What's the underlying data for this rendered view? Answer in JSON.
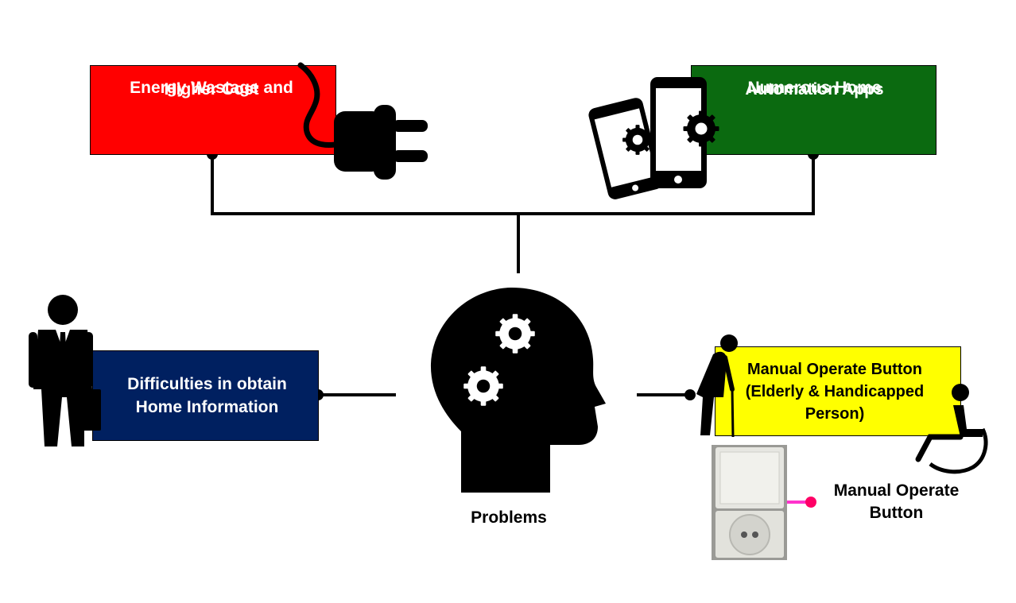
{
  "nodes": {
    "energy": {
      "lines": [
        "Energy Wastage and",
        "Higher Cost"
      ]
    },
    "apps": {
      "lines": [
        "Numerous Home",
        "Automation Apps"
      ]
    },
    "info": {
      "lines": [
        "Difficulties in obtain",
        "Home Information"
      ]
    },
    "manual": {
      "lines": [
        "Manual Operate Button",
        "(Elderly & Handicapped",
        "Person)"
      ]
    }
  },
  "labels": {
    "problems": "Problems",
    "button": [
      "Manual Operate",
      "Button"
    ]
  },
  "colors": {
    "energy": "#ff0000",
    "apps": "#0b6a10",
    "info": "#002060",
    "manual": "#ffff00",
    "button_link": "#ff33cc",
    "connector": "#000000"
  },
  "icons": [
    "power-plug-icon",
    "smartphone-gears-icon",
    "businessman-icon",
    "elderly-person-icon",
    "wheelchair-icon",
    "head-gears-icon",
    "wall-switch-socket-icon"
  ]
}
